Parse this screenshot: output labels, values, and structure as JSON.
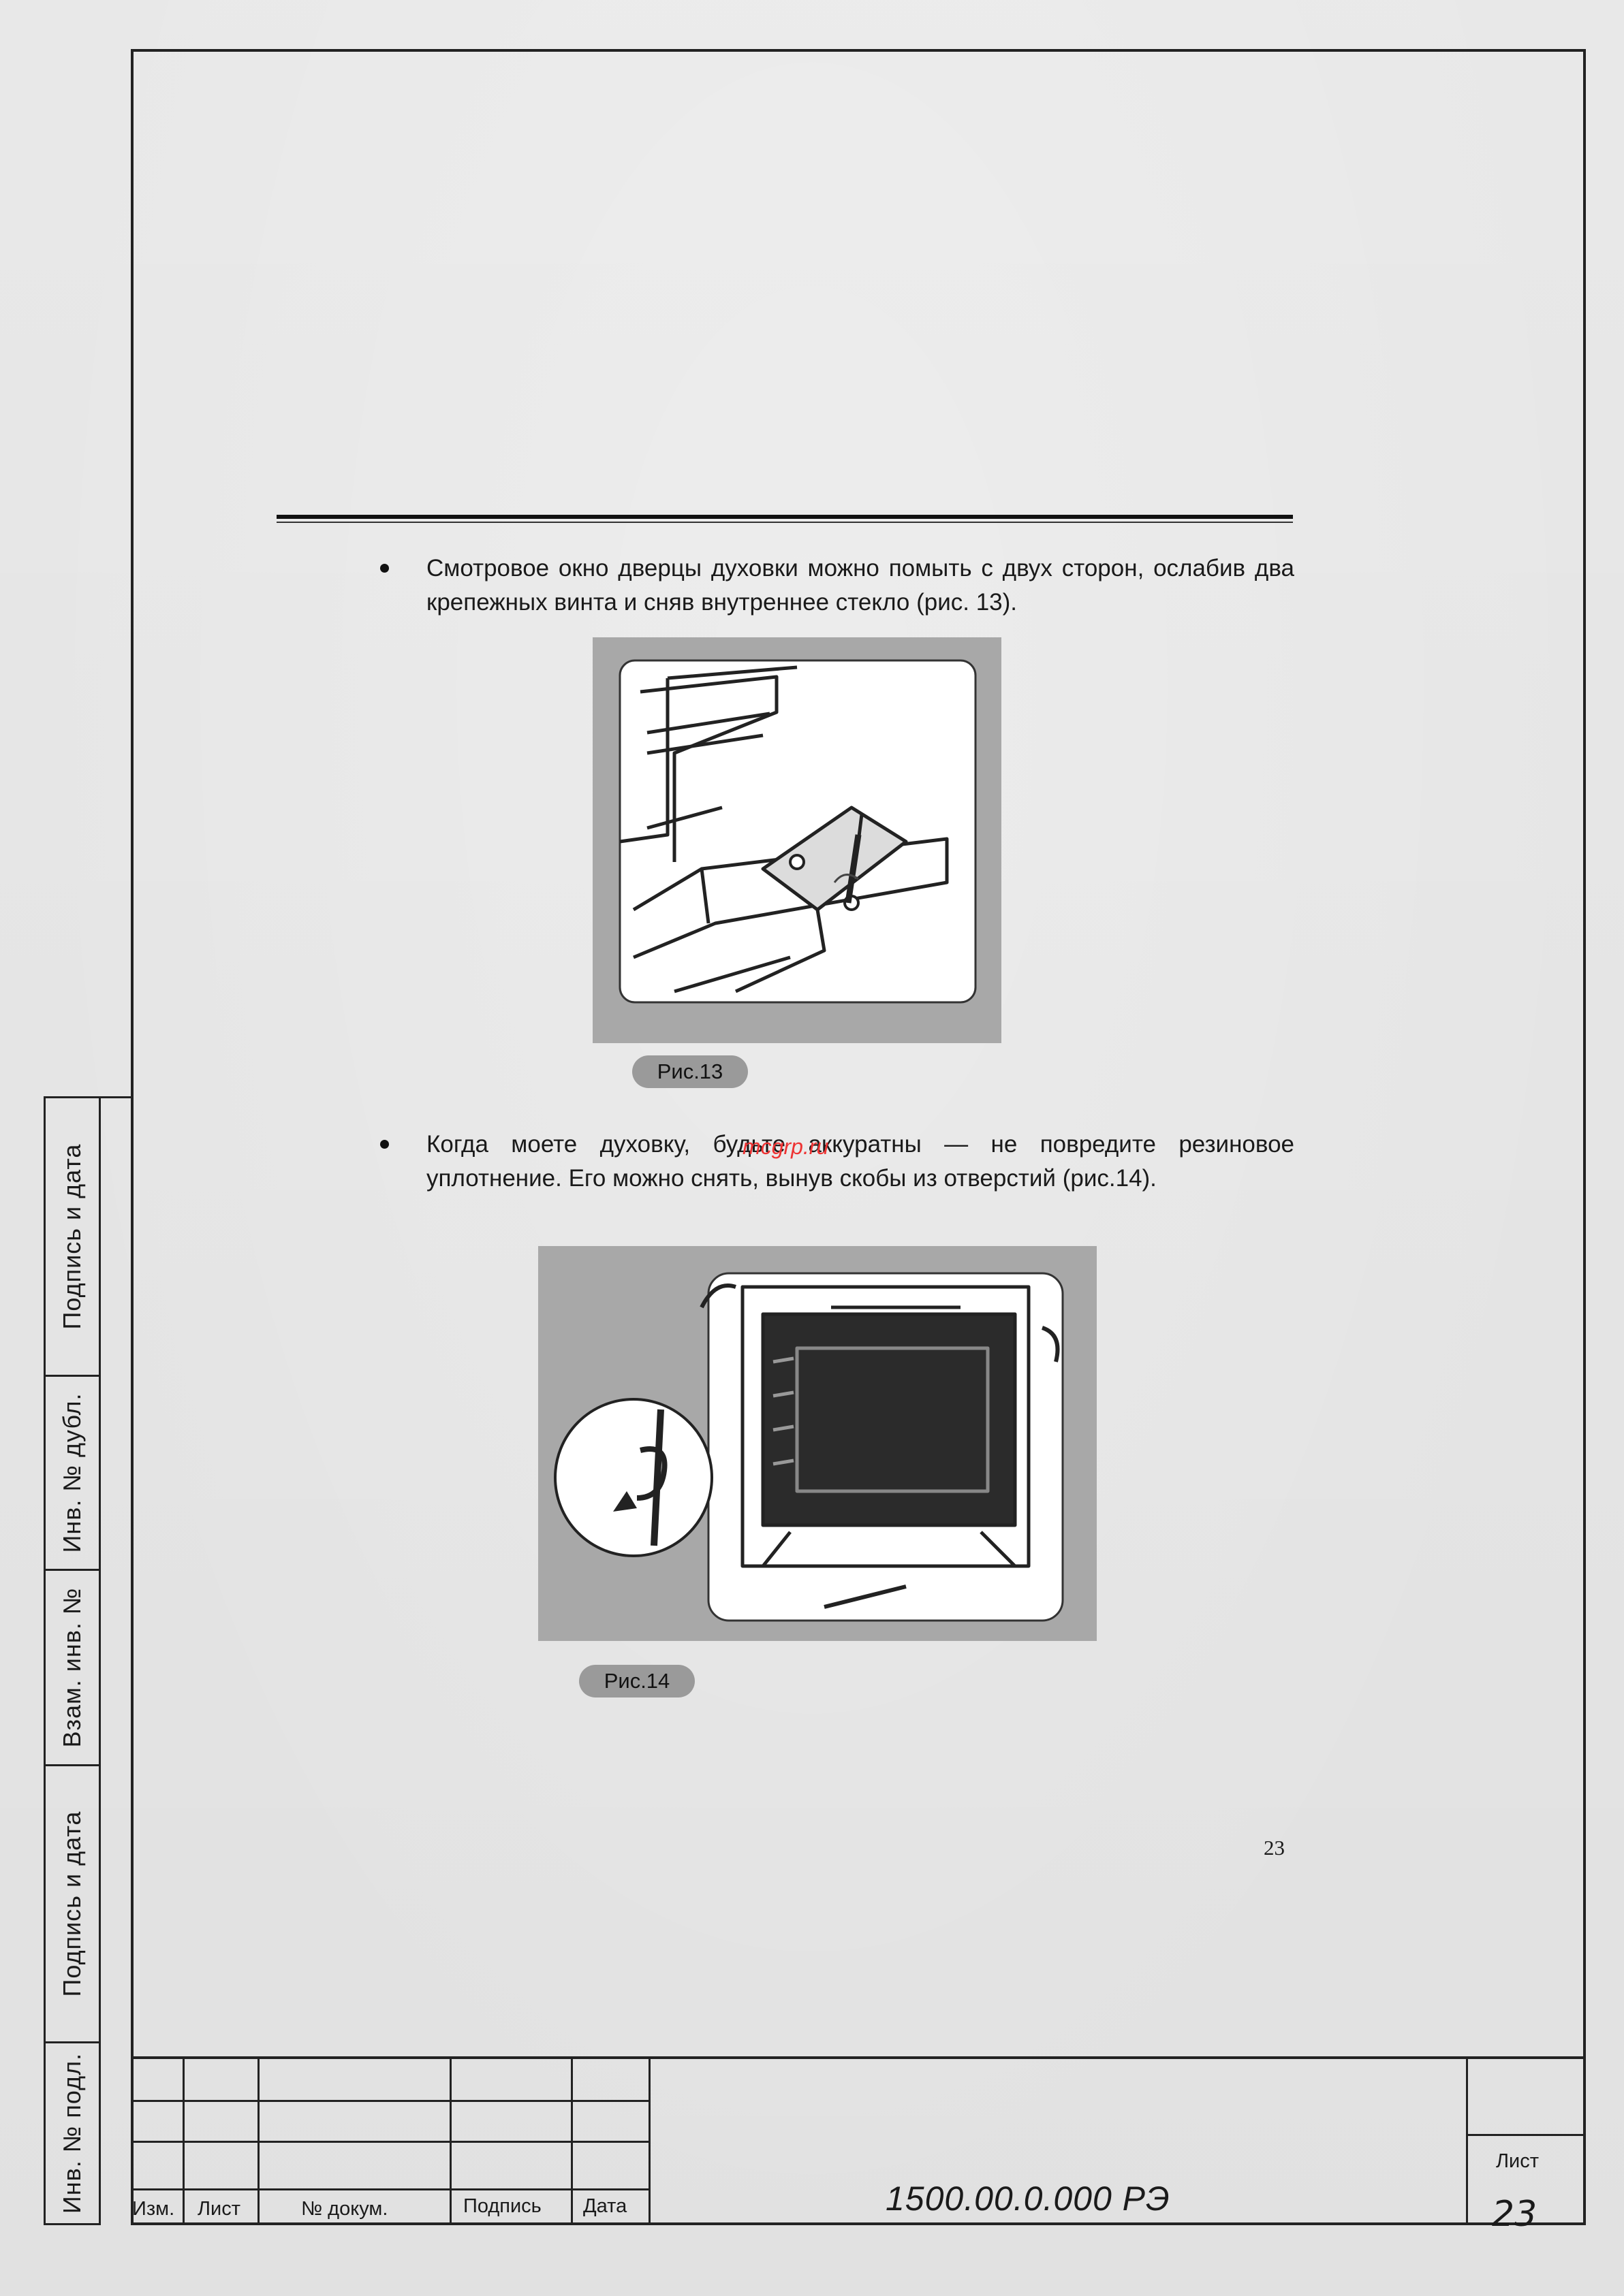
{
  "body": {
    "para1": "Смотровое окно дверцы духовки можно помыть с двух сторон, ослабив два крепежных винта и сняв внутреннее стекло (рис. 13).",
    "para2": "Когда моете духовку, будьте аккуратны — не повредите резиновое уплотнение. Его можно снять, вынув скобы из отверстий (рис.14).",
    "caption13": "Рис.13",
    "caption14": "Рис.14",
    "watermark": "mcgrp.ru",
    "page_number": "23"
  },
  "side_stamp": {
    "signature_date_1": "Подпись и дата",
    "inv_dup": "Инв. № дубл.",
    "vzam_inv": "Взам. инв. №",
    "signature_date_2": "Подпись и дата",
    "inv_orig": "Инв. № подл."
  },
  "title_block": {
    "col_izm": "Изм.",
    "col_list": "Лист",
    "col_doc": "№ докум.",
    "col_sign": "Подпись",
    "col_date": "Дата",
    "doc_number": "1500.00.0.000 РЭ",
    "sheet_label": "Лист",
    "sheet_number": "23"
  },
  "icons": [
    "bullet-icon",
    "oven-door-illustration",
    "oven-cavity-illustration"
  ]
}
